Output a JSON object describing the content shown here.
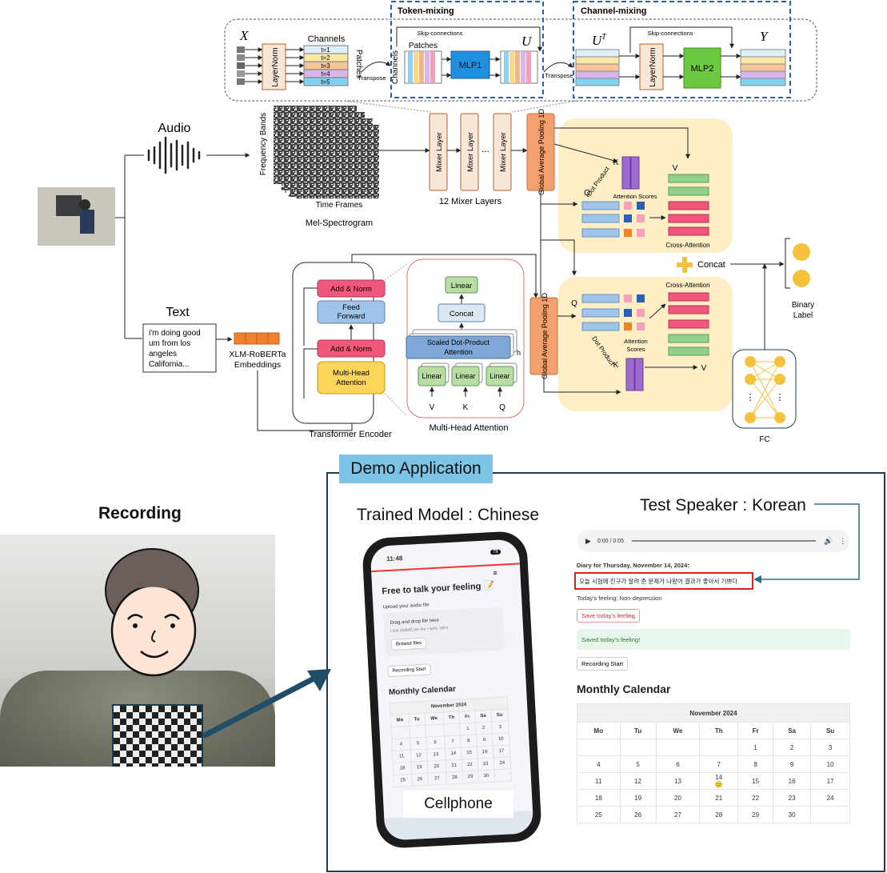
{
  "colors": {
    "mixer_box": "#f8e6d6",
    "mixer_border": "#b7622a",
    "pool_box": "#f2a06e",
    "mlp1": "#1f8fe0",
    "mlp2": "#6cc940",
    "attn_bg": "#fdeec5",
    "dashed_blue": "#2c5fb8",
    "add_norm": "#f0577b",
    "feed_forward": "#9fc4ea",
    "multihead": "#fbd45a",
    "linear": "#b9dca2",
    "scaled": "#7fa8d8",
    "concat_box": "#dde8f5",
    "label_circle": "#f6c23e",
    "demo_title_bg": "#7cc4e6",
    "red_highlight": "#e02020"
  },
  "top": {
    "x_symbol": "X",
    "channels": "Channels",
    "t_labels": [
      "t=1",
      "t=2",
      "t=3",
      "t=4",
      "t=5"
    ],
    "layernorm": "LayerNorm",
    "patches_rotated": "Patches",
    "transpose": "Transpose",
    "token_mixing": "Token-mixing",
    "skip_connections": "Skip-connections",
    "patches": "Patches",
    "channels_rotated": "Channels",
    "mlp1": "MLP1",
    "u_symbol": "U",
    "channel_mixing": "Channel-mixing",
    "ut_symbol": "U",
    "ut_sup": "T",
    "mlp2": "MLP2",
    "y_symbol": "Y"
  },
  "audio": {
    "label": "Audio",
    "freq_bands": "Frequency Bands",
    "time_frames": "Time Frames",
    "mel": "Mel-Spectrogram",
    "mixer_layer": "Mixer Layer",
    "dots": "...",
    "mixer_caption": "12 Mixer Layers",
    "gap": "Global Average Pooling 1D"
  },
  "attention": {
    "k": "K",
    "q": "Q",
    "v": "V",
    "dot_product": "Dot Product",
    "attention_scores": "Attention Scores",
    "cross_attention": "Cross-Attention",
    "attention_scores_2": "Attention Scores"
  },
  "text_branch": {
    "label": "Text",
    "transcript": [
      "i'm doing good",
      "um from los",
      "angeles",
      "California..."
    ],
    "xlm": [
      "XLM-RoBERTa",
      "Embeddings"
    ],
    "add_norm": "Add & Norm",
    "feed_forward": [
      "Feed",
      "Forward"
    ],
    "multi_head": [
      "Multi-Head",
      "Attention"
    ],
    "encoder_caption": "Transformer Encoder",
    "linear": "Linear",
    "concat": "Concat",
    "scaled": [
      "Scaled Dot-Product",
      "Attention"
    ],
    "h": "h",
    "v": "V",
    "k": "K",
    "q": "Q",
    "mha_caption": "Multi-Head Attention"
  },
  "output": {
    "concat": "Concat",
    "binary_label": [
      "Binary",
      "Label"
    ],
    "fc": "FC"
  },
  "demo": {
    "title": "Demo Application",
    "recording": "Recording",
    "trained_model": "Trained Model : Chinese",
    "test_speaker": "Test Speaker : Korean",
    "cellphone": "Cellphone",
    "phone": {
      "time": "11:48",
      "battery": "78",
      "heading": "Free to talk your feeling 📝",
      "upload": "Upload your audio file",
      "drag": "Drag and drop file here",
      "limit": "Limit 200MB per file • WAV, MP3",
      "browse": "Browse files",
      "record": "Recording Start",
      "calendar": "Monthly Calendar",
      "month": "November 2024"
    },
    "web": {
      "audio_time": "0:00 / 0:05",
      "diary_date": "Diary for Thursday, November 14, 2024:",
      "diary_text": "오늘 시험에 친구가 알려 준 문제가 나왔어 결과가 좋아서 기쁘다",
      "feeling": "Today's feeling: Non-depression",
      "save": "Save today's feeling",
      "saved": "Saved today's feeling!",
      "record": "Recording Start",
      "calendar": "Monthly Calendar",
      "month": "November 2024",
      "emoji": "😊"
    },
    "days": [
      "Mo",
      "Tu",
      "We",
      "Th",
      "Fr",
      "Sa",
      "Su"
    ],
    "weeks": [
      [
        "",
        "",
        "",
        "",
        "1",
        "2",
        "3"
      ],
      [
        "4",
        "5",
        "6",
        "7",
        "8",
        "9",
        "10"
      ],
      [
        "11",
        "12",
        "13",
        "14",
        "15",
        "16",
        "17"
      ],
      [
        "18",
        "19",
        "20",
        "21",
        "22",
        "23",
        "24"
      ],
      [
        "25",
        "26",
        "27",
        "28",
        "29",
        "30",
        ""
      ]
    ]
  }
}
